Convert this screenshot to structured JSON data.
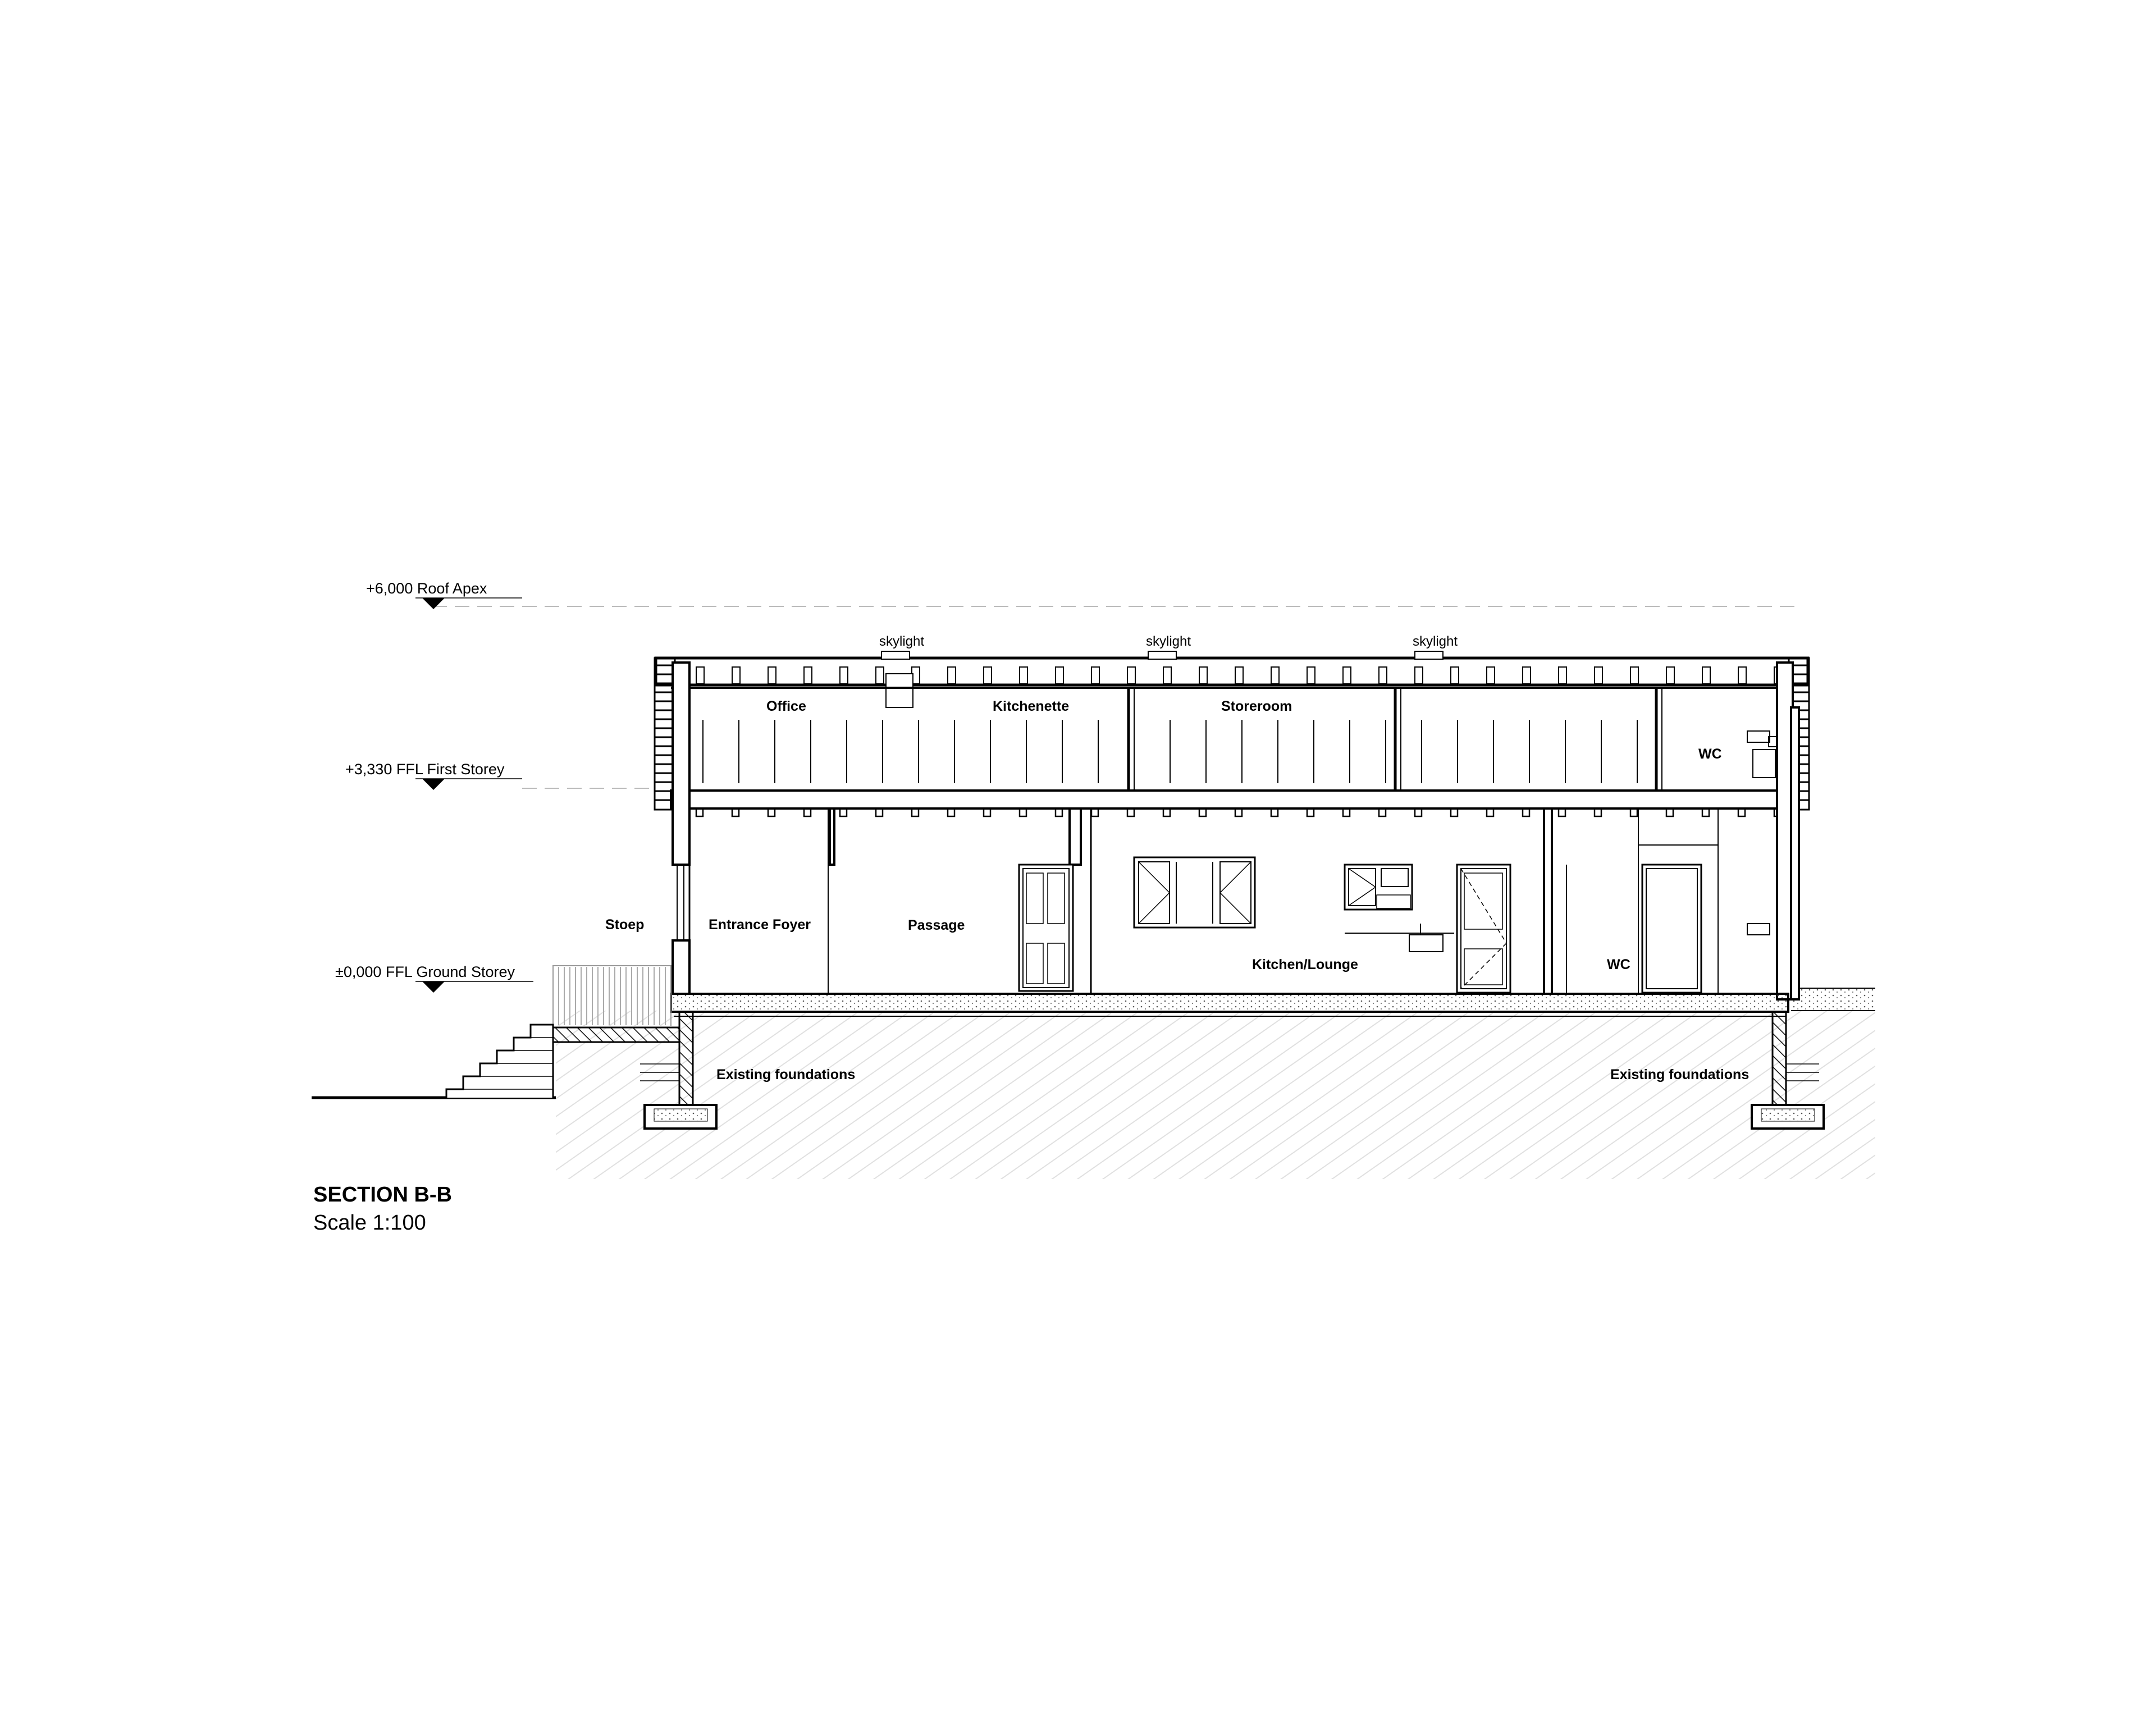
{
  "drawing": {
    "title": "SECTION B-B",
    "scale": "Scale 1:100"
  },
  "levels": {
    "roof_apex": "+6,000 Roof Apex",
    "first_storey": "+3,330 FFL First Storey",
    "ground_storey": "±0,000 FFL Ground Storey"
  },
  "annotations": {
    "skylight_1": "skylight",
    "skylight_2": "skylight",
    "skylight_3": "skylight",
    "foundations_left": "Existing foundations",
    "foundations_right": "Existing foundations"
  },
  "rooms": {
    "first_floor": {
      "office": "Office",
      "kitchenette": "Kitchenette",
      "storeroom": "Storeroom",
      "wc": "WC"
    },
    "ground_floor": {
      "stoep": "Stoep",
      "entrance_foyer": "Entrance Foyer",
      "passage": "Passage",
      "kitchen_lounge": "Kitchen/Lounge",
      "wc": "WC"
    }
  },
  "colors": {
    "line": "#000000",
    "ground_hatch": "#d8d8d8",
    "background": "#ffffff"
  }
}
